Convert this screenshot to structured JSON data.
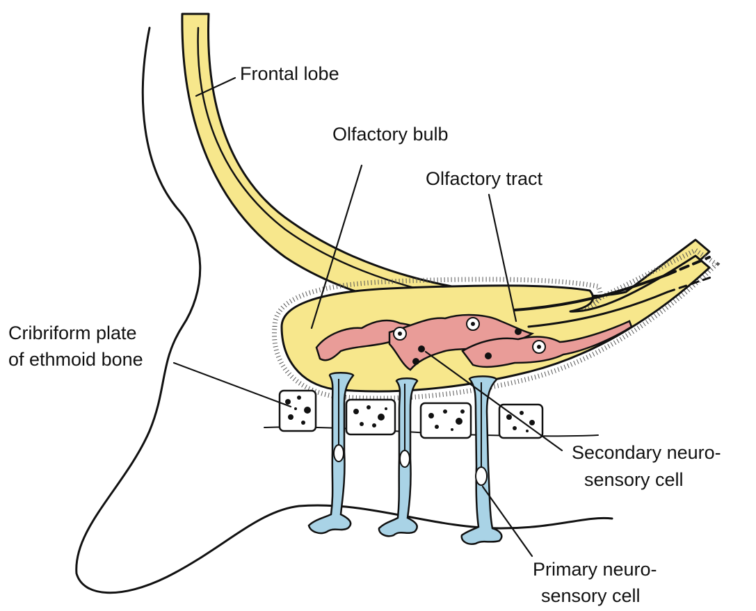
{
  "labels": {
    "frontal_lobe": "Frontal lobe",
    "olfactory_bulb": "Olfactory bulb",
    "olfactory_tract": "Olfactory tract",
    "cribriform_line1": "Cribriform plate",
    "cribriform_line2": "of ethmoid bone",
    "secondary_line1": "Secondary neuro-",
    "secondary_line2": "sensory cell",
    "primary_line1": "Primary neuro-",
    "primary_line2": "sensory cell"
  },
  "colors": {
    "brain_tissue": "#f7e78c",
    "secondary_neuron": "#e99c98",
    "primary_neuron": "#a9d3e6",
    "bone_fill": "#ffffff",
    "outline": "#111111"
  }
}
